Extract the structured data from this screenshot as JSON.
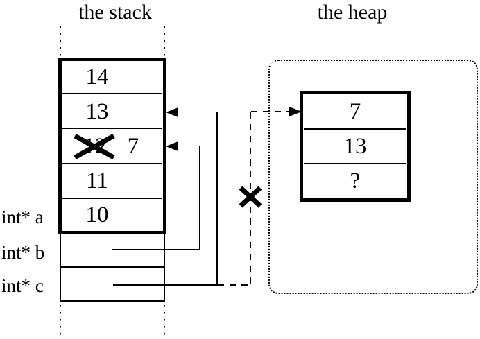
{
  "diagram": {
    "stack": {
      "title": "the stack",
      "cells": [
        {
          "value": "14"
        },
        {
          "value": "13"
        },
        {
          "old_value": "12",
          "new_value": "7",
          "crossed_out": true
        },
        {
          "value": "11"
        },
        {
          "value": "10"
        }
      ],
      "variables": [
        {
          "label": "int* a"
        },
        {
          "label": "int* b"
        },
        {
          "label": "int* c"
        }
      ]
    },
    "heap": {
      "title": "the heap",
      "cells": [
        {
          "value": "7"
        },
        {
          "value": "13"
        },
        {
          "value": "?"
        }
      ]
    },
    "colors": {
      "ink": "#000000",
      "background": "#ffffff"
    }
  }
}
